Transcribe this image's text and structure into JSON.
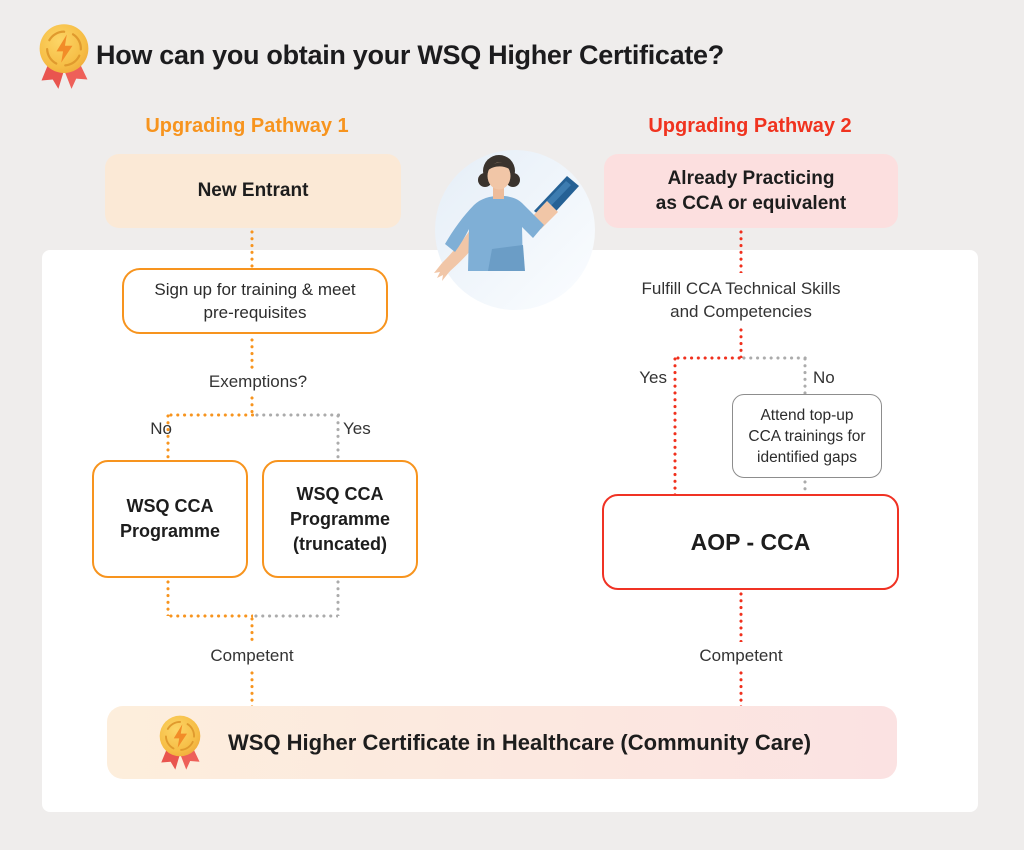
{
  "title": "How can you obtain your WSQ Higher Certificate?",
  "colors": {
    "orange_accent": "#F7941E",
    "red_accent": "#F03224",
    "gray_connector": "#ABABAB",
    "peach_fill": "#FBE9D6",
    "pink_fill": "#FCDFDF",
    "banner_gradient_start": "#FDEEDC",
    "banner_gradient_end": "#FBE2E2",
    "page_background": "#EFEDEC"
  },
  "pathway1": {
    "heading": "Upgrading Pathway 1",
    "entry_box": "New Entrant",
    "step_box": "Sign up for training & meet\npre-requisites",
    "question": "Exemptions?",
    "branch_left": "No",
    "branch_right": "Yes",
    "program_box": "WSQ CCA\nProgramme",
    "program_truncated_box": "WSQ CCA\nProgramme\n(truncated)",
    "outcome": "Competent"
  },
  "pathway2": {
    "heading": "Upgrading Pathway 2",
    "entry_box": "Already Practicing\nas CCA or equivalent",
    "step_text": "Fulfill CCA Technical Skills\nand Competencies",
    "branch_left": "Yes",
    "branch_right": "No",
    "topup_box": "Attend top-up\nCCA trainings for\nidentified gaps",
    "aop_box": "AOP - CCA",
    "outcome": "Competent"
  },
  "result_banner": "WSQ Higher Certificate in Healthcare (Community Care)"
}
